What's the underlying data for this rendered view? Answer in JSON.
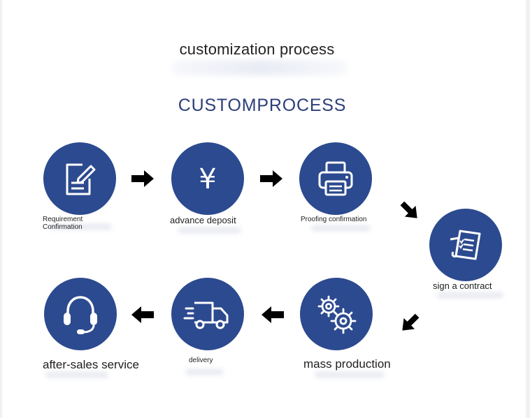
{
  "header": {
    "title": "customization process",
    "subtitle": "CUSTOMPROCESS"
  },
  "steps": [
    {
      "label_line1": "Requirement",
      "label_line2": "Confirmation",
      "icon": "document-edit-icon"
    },
    {
      "label": "advance deposit",
      "icon": "yen-icon"
    },
    {
      "label": "Proofing confirmation",
      "icon": "printer-icon"
    },
    {
      "label": "sign a contract",
      "icon": "contract-icon"
    },
    {
      "label": "mass production",
      "icon": "gears-icon"
    },
    {
      "label": "delivery",
      "icon": "truck-icon"
    },
    {
      "label": "after-sales service",
      "icon": "headset-icon"
    }
  ],
  "colors": {
    "circle": "#2c4a8f",
    "subtitle": "#2c3f79",
    "arrow": "#000000"
  }
}
